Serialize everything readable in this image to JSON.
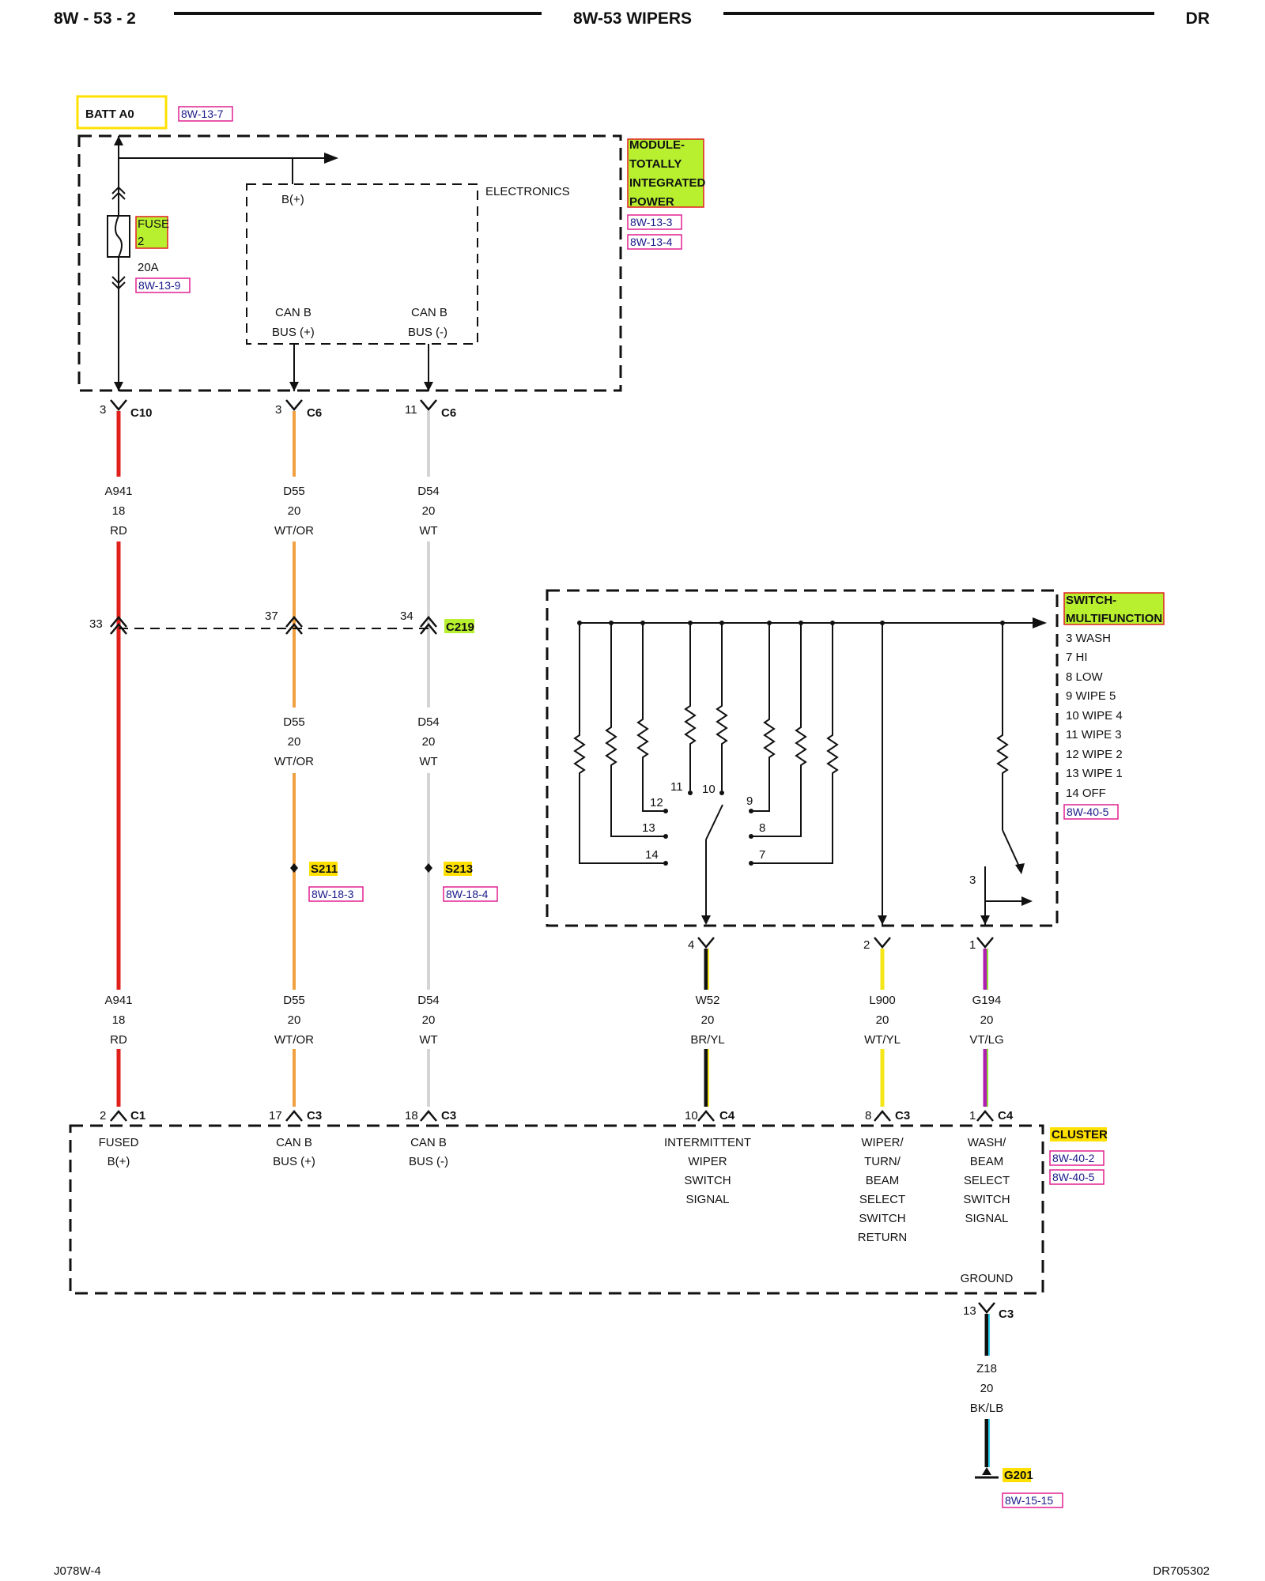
{
  "header": {
    "left": "8W - 53 - 2",
    "title": "8W-53 WIPERS",
    "right": "DR"
  },
  "footer": {
    "left": "J078W-4",
    "right": "DR705302"
  },
  "colors": {
    "red": "#e0201a",
    "orange": "#f0a040",
    "white_wire": "#d4d4d4",
    "black": "#111111",
    "yellow": "#f5e61a",
    "violet": "#b020b0",
    "lightgreen": "#8fdc3a",
    "lightblue": "#30d0f0",
    "highlight_green": "#b8f030",
    "highlight_yellow": "#ffe000",
    "tag_border": "#e02090"
  },
  "batt": {
    "label": "BATT A0",
    "ref": "8W-13-7"
  },
  "tipm": {
    "name_lines": [
      "MODULE-",
      "TOTALLY",
      "INTEGRATED",
      "POWER"
    ],
    "refs": [
      "8W-13-3",
      "8W-13-4"
    ],
    "electronics": "ELECTRONICS",
    "bplus": "B(+)",
    "canb_pos": [
      "CAN B",
      "BUS (+)"
    ],
    "canb_neg": [
      "CAN B",
      "BUS (-)"
    ],
    "fuse": {
      "name": "FUSE",
      "num": "2",
      "rating": "20A",
      "ref": "8W-13-9"
    }
  },
  "tipm_pins": [
    {
      "pin": "3",
      "conn": "C10"
    },
    {
      "pin": "3",
      "conn": "C6"
    },
    {
      "pin": "11",
      "conn": "C6"
    }
  ],
  "c219": {
    "name": "C219",
    "pins": [
      "33",
      "37",
      "34"
    ]
  },
  "wires_upper": [
    {
      "circuit": "A941",
      "gauge": "18",
      "color": "RD"
    },
    {
      "circuit": "D55",
      "gauge": "20",
      "color": "WT/OR"
    },
    {
      "circuit": "D54",
      "gauge": "20",
      "color": "WT"
    }
  ],
  "wires_mid": [
    {
      "circuit": "D55",
      "gauge": "20",
      "color": "WT/OR"
    },
    {
      "circuit": "D54",
      "gauge": "20",
      "color": "WT"
    }
  ],
  "splices": [
    {
      "name": "S211",
      "ref": "8W-18-3"
    },
    {
      "name": "S213",
      "ref": "8W-18-4"
    }
  ],
  "wires_lower": [
    {
      "circuit": "A941",
      "gauge": "18",
      "color": "RD"
    },
    {
      "circuit": "D55",
      "gauge": "20",
      "color": "WT/OR"
    },
    {
      "circuit": "D54",
      "gauge": "20",
      "color": "WT"
    },
    {
      "circuit": "W52",
      "gauge": "20",
      "color": "BR/YL"
    },
    {
      "circuit": "L900",
      "gauge": "20",
      "color": "WT/YL"
    },
    {
      "circuit": "G194",
      "gauge": "20",
      "color": "VT/LG"
    }
  ],
  "switch": {
    "name_lines": [
      "SWITCH-",
      "MULTIFUNCTION"
    ],
    "positions": [
      "3 WASH",
      "7 HI",
      "8 LOW",
      "9 WIPE 5",
      "10 WIPE 4",
      "11 WIPE 3",
      "12 WIPE 2",
      "13 WIPE 1",
      "14 OFF"
    ],
    "ref": "8W-40-5",
    "contacts": [
      "11",
      "10",
      "12",
      "9",
      "13",
      "8",
      "14",
      "7",
      "3"
    ],
    "out_pins": [
      "4",
      "2",
      "1"
    ]
  },
  "cluster": {
    "name": "CLUSTER",
    "refs": [
      "8W-40-2",
      "8W-40-5"
    ],
    "pins": [
      {
        "pin": "2",
        "conn": "C1"
      },
      {
        "pin": "17",
        "conn": "C3"
      },
      {
        "pin": "18",
        "conn": "C3"
      },
      {
        "pin": "10",
        "conn": "C4"
      },
      {
        "pin": "8",
        "conn": "C3"
      },
      {
        "pin": "1",
        "conn": "C4"
      }
    ],
    "labels": [
      [
        "FUSED",
        "B(+)"
      ],
      [
        "CAN B",
        "BUS (+)"
      ],
      [
        "CAN B",
        "BUS (-)"
      ],
      [
        "INTERMITTENT",
        "WIPER",
        "SWITCH",
        "SIGNAL"
      ],
      [
        "WIPER/",
        "TURN/",
        "BEAM",
        "SELECT",
        "SWITCH",
        "RETURN"
      ],
      [
        "WASH/",
        "BEAM",
        "SELECT",
        "SWITCH",
        "SIGNAL"
      ]
    ],
    "ground": "GROUND",
    "ground_pin": {
      "pin": "13",
      "conn": "C3"
    }
  },
  "ground_wire": {
    "circuit": "Z18",
    "gauge": "20",
    "color": "BK/LB"
  },
  "ground_point": {
    "name": "G201",
    "ref": "8W-15-15"
  }
}
